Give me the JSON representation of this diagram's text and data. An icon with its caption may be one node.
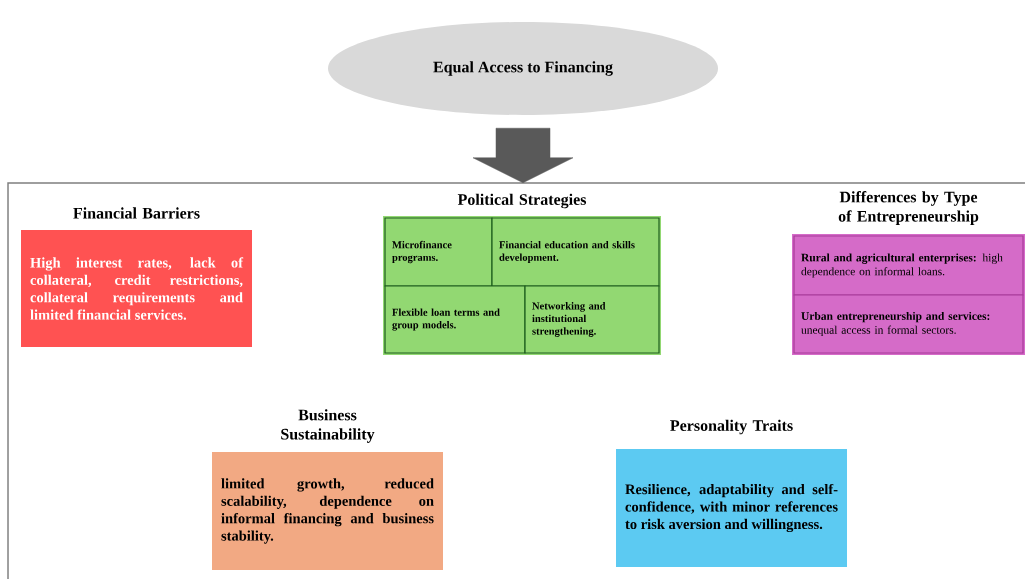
{
  "diagram": {
    "nodes": [
      {
        "text": [
          "Equal Access to Financing"
        ]
      },
      {
        "text": [],
        "shape": "box"
      },
      {
        "text": [
          "Financial Barriers",
          "High interest rates, lack of collateral, credit restrictions, collateral requirements and limited financial services."
        ],
        "in": 1
      },
      {
        "text": [
          "Political Strategies"
        ],
        "in": 1
      },
      {
        "text": [
          "Microfinance programs."
        ],
        "in": 3
      },
      {
        "text": [
          "Financial education and skills development."
        ],
        "in": 3
      },
      {
        "text": [
          "Flexible loan terms and group models."
        ],
        "in": 3
      },
      {
        "text": [
          "Networking and institutional strengthening."
        ],
        "in": 3
      },
      {
        "text": [
          "Differences by Type of Entrepreneurship"
        ],
        "in": 1
      },
      {
        "text": [
          "**Rural and agricultural enterprises:** high dependence on informal loans."
        ],
        "in": 8
      },
      {
        "text": [
          "**Urban entrepreneurship and services:** unequal access in formal sectors."
        ],
        "in": 8
      },
      {
        "text": [
          "Business Sustainability",
          "limited growth, reduced scalability, dependence on informal financing and business stability."
        ],
        "in": 1
      },
      {
        "text": [
          "Personality Traits",
          "Resilience, adaptability and self-confidence, with minor references to risk aversion and willingness."
        ],
        "in": 1
      }
    ],
    "edges": [
      {
        "from": 0,
        "to": 1,
        "arrow": "to",
        "style": "thick"
      }
    ]
  }
}
